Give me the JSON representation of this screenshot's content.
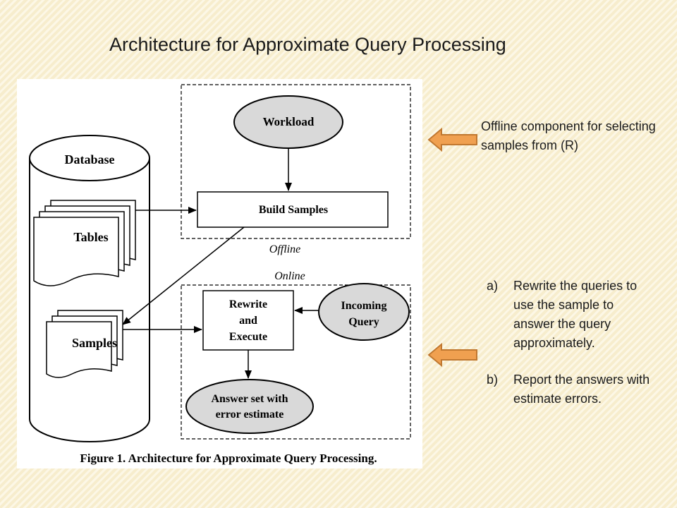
{
  "slide": {
    "title": "Architecture for Approximate Query Processing",
    "background_color": "#fbf3d9",
    "arrow_color": "#f0a050",
    "arrow_outline_color": "#c07830"
  },
  "figure": {
    "nodes": {
      "database": "Database",
      "tables": "Tables",
      "samples": "Samples",
      "workload": "Workload",
      "build_samples": "Build Samples",
      "rewrite_line1": "Rewrite",
      "rewrite_line2": "and",
      "rewrite_line3": "Execute",
      "incoming_line1": "Incoming",
      "incoming_line2": "Query",
      "answer_line1": "Answer set with",
      "answer_line2": "error estimate"
    },
    "regions": {
      "offline": "Offline",
      "online": "Online"
    },
    "caption": "Figure 1. Architecture for Approximate Query Processing."
  },
  "notes": {
    "offline_component": "Offline component for selecting samples from (R)",
    "steps": [
      {
        "marker": "a)",
        "text": "Rewrite the queries to use the sample to answer the query approximately."
      },
      {
        "marker": "b)",
        "text": "Report the answers with estimate errors."
      }
    ]
  }
}
